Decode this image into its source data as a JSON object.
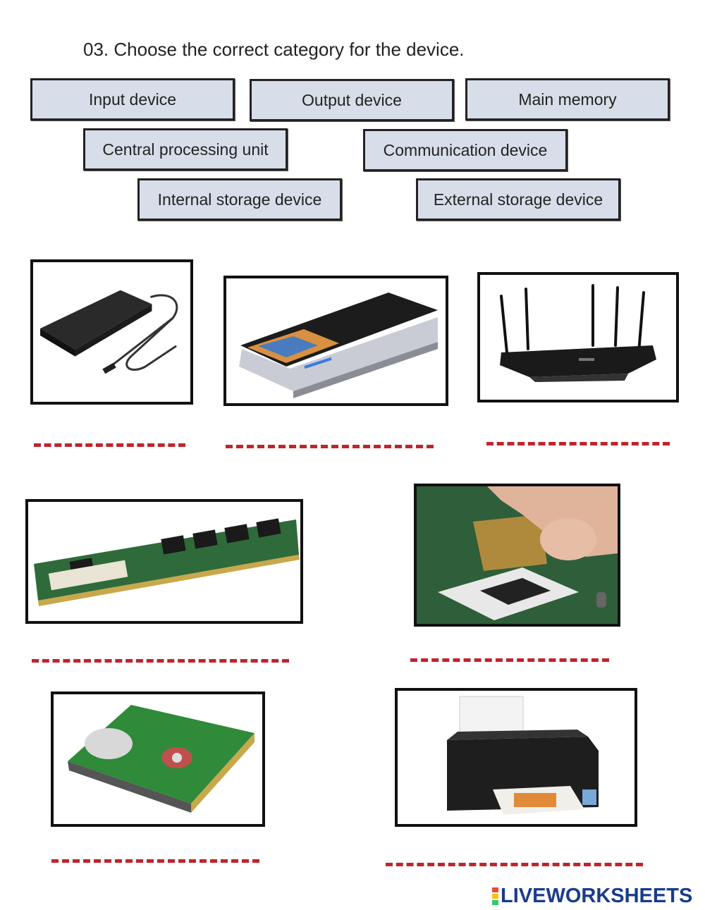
{
  "question": "03. Choose the correct category for the device.",
  "categories": [
    "Input device",
    "Output device",
    "Main memory",
    "Central processing unit",
    "Communication device",
    "Internal storage device",
    "External storage device"
  ],
  "devices": [
    {
      "icon": "external-hard-drive-image"
    },
    {
      "icon": "flatbed-scanner-image"
    },
    {
      "icon": "wifi-router-image"
    },
    {
      "icon": "ram-module-image"
    },
    {
      "icon": "cpu-socket-image"
    },
    {
      "icon": "hard-disk-drive-image"
    },
    {
      "icon": "inkjet-printer-image"
    }
  ],
  "answer_blank_color": "#c0242c",
  "category_box_color": "#d8dee9",
  "logo": "LIVEWORKSHEETS"
}
